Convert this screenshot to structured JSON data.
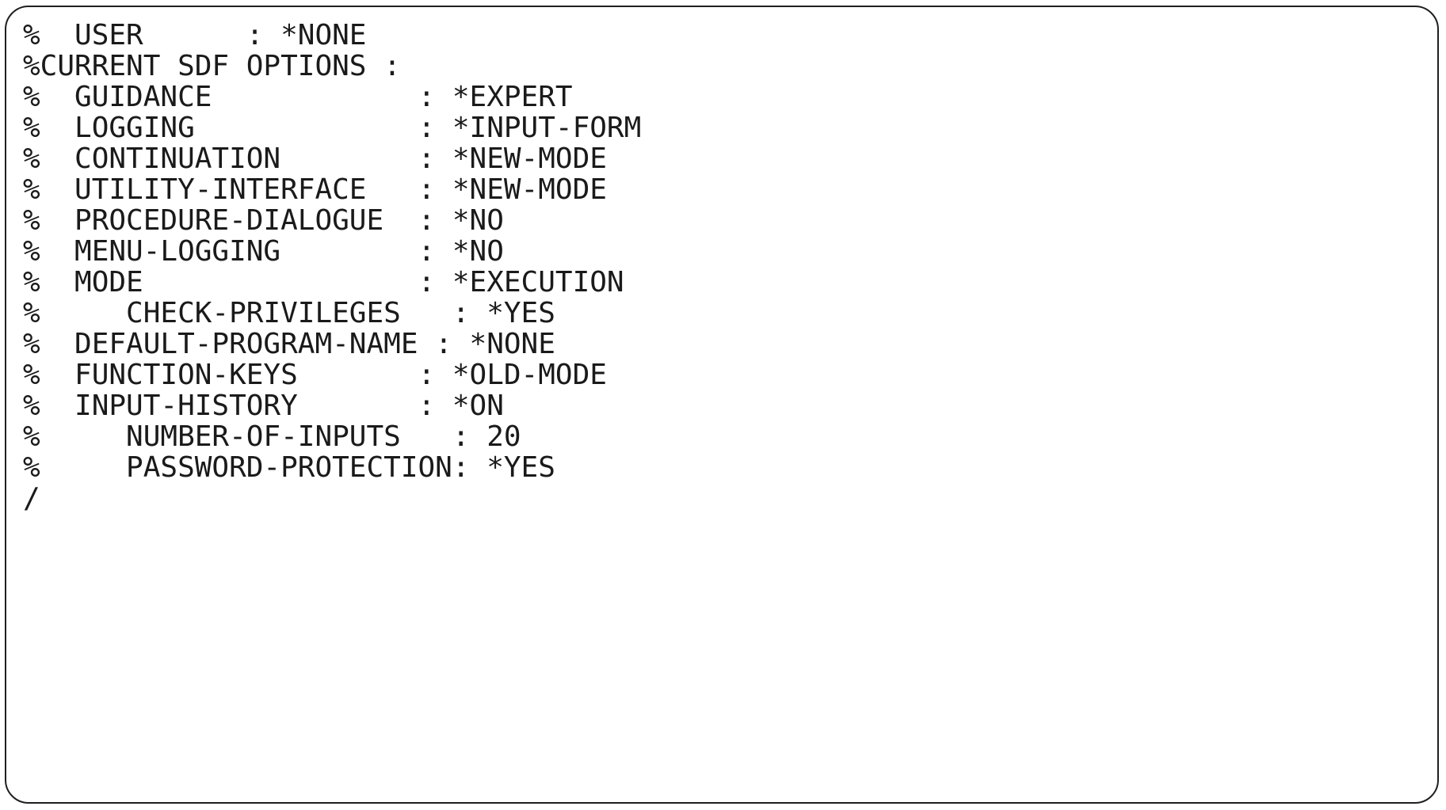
{
  "terminal": {
    "lines": [
      "%  USER      : *NONE",
      "%CURRENT SDF OPTIONS :",
      "%  GUIDANCE            : *EXPERT",
      "%  LOGGING             : *INPUT-FORM",
      "%  CONTINUATION        : *NEW-MODE",
      "%  UTILITY-INTERFACE   : *NEW-MODE",
      "%  PROCEDURE-DIALOGUE  : *NO",
      "%  MENU-LOGGING        : *NO",
      "%  MODE                : *EXECUTION",
      "%     CHECK-PRIVILEGES   : *YES",
      "%  DEFAULT-PROGRAM-NAME : *NONE",
      "%  FUNCTION-KEYS       : *OLD-MODE",
      "%  INPUT-HISTORY       : *ON",
      "%     NUMBER-OF-INPUTS   : 20",
      "%     PASSWORD-PROTECTION: *YES"
    ],
    "prompt": "/"
  }
}
